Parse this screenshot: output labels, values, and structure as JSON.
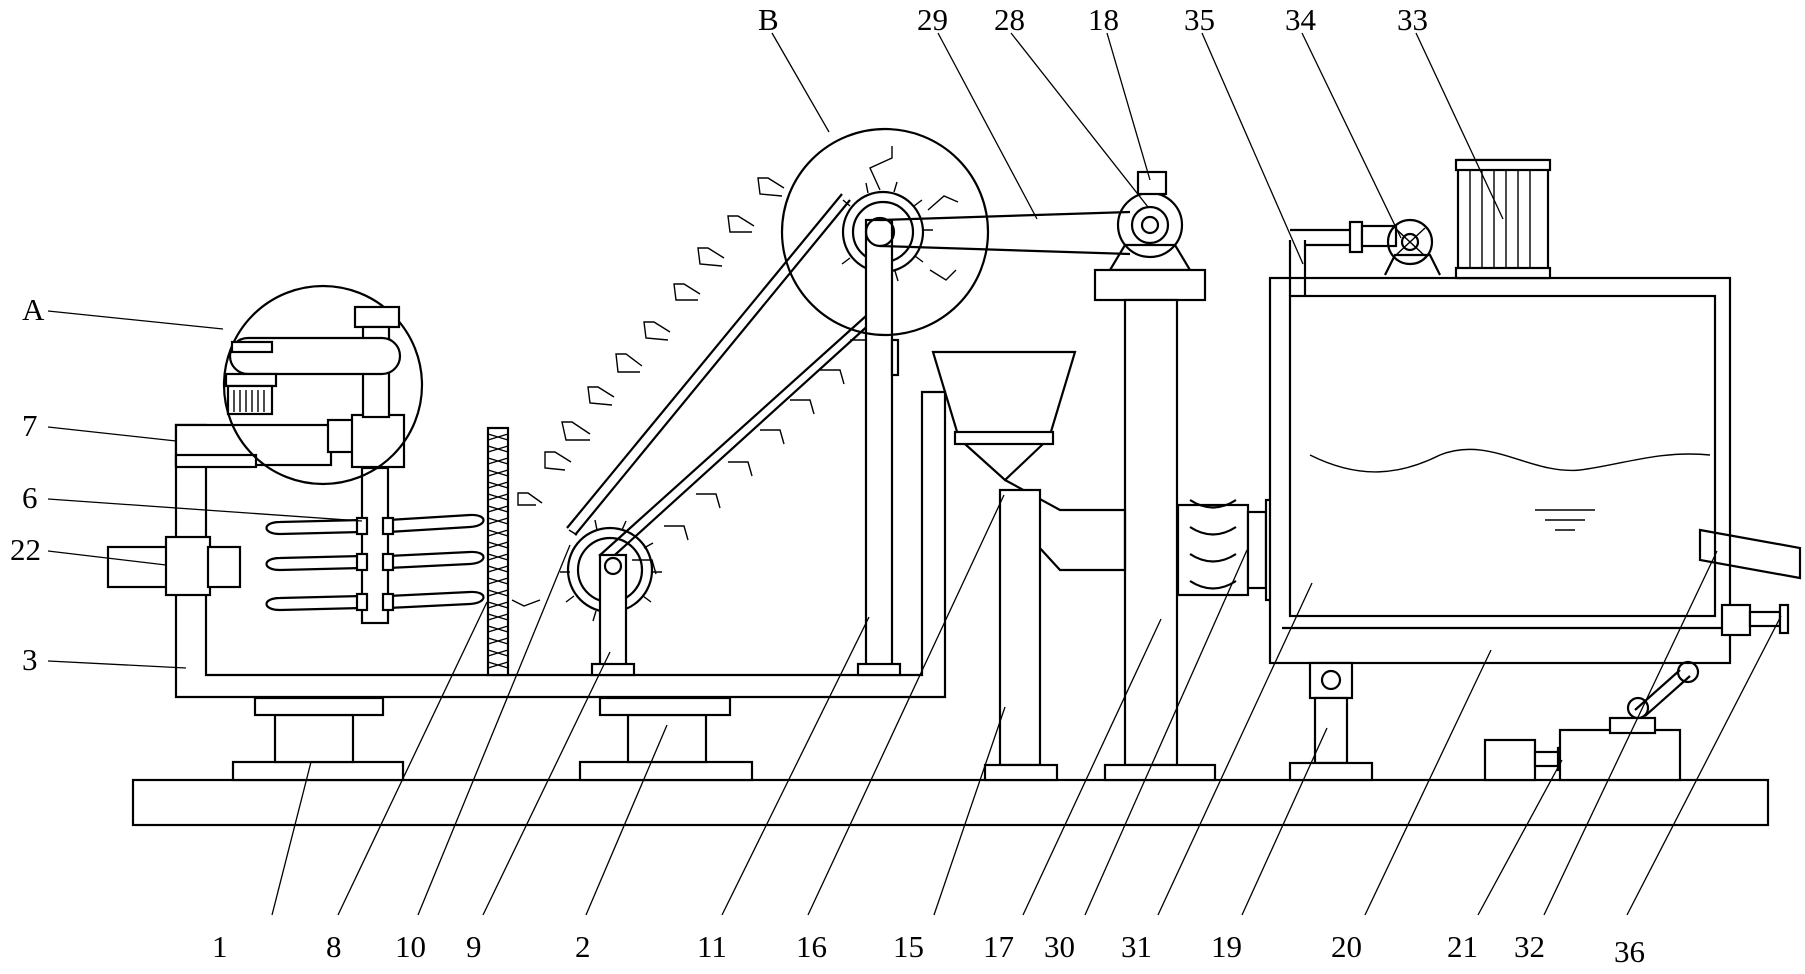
{
  "figure": {
    "labels": {
      "l1": "1",
      "l2": "2",
      "l3": "3",
      "l6": "6",
      "l7": "7",
      "l8": "8",
      "l9": "9",
      "l10": "10",
      "l11": "11",
      "l15": "15",
      "l16": "16",
      "l17": "17",
      "l18": "18",
      "l19": "19",
      "l20": "20",
      "l21": "21",
      "l22": "22",
      "l28": "28",
      "l29": "29",
      "l30": "30",
      "l31": "31",
      "l32": "32",
      "l33": "33",
      "l34": "34",
      "l35": "35",
      "l36": "36",
      "lA": "A",
      "lB": "B"
    }
  }
}
